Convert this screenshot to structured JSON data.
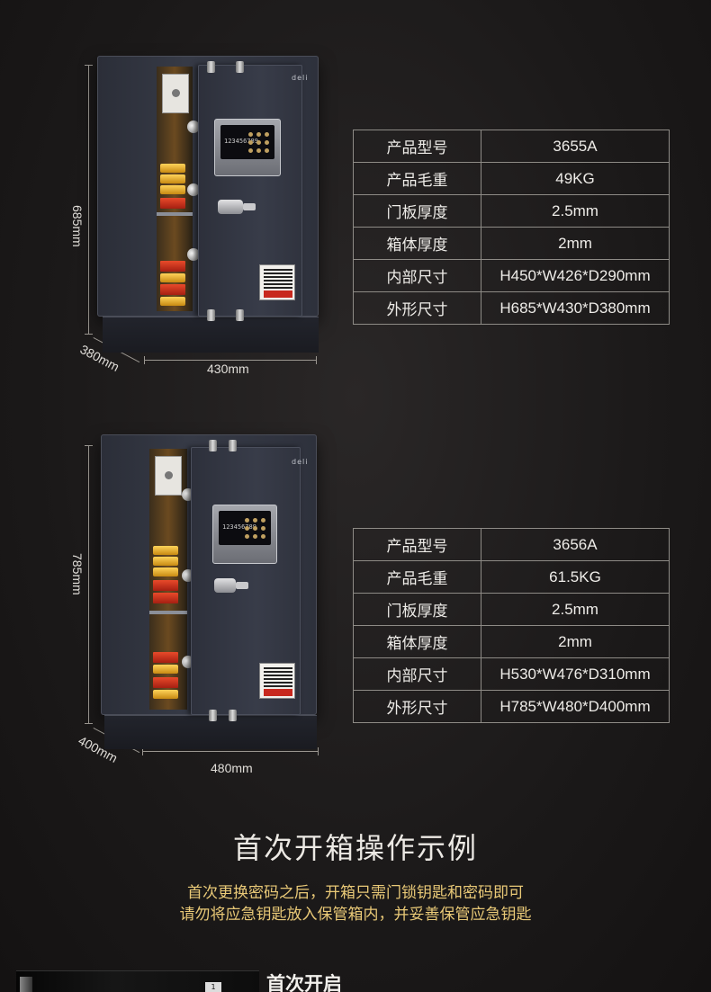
{
  "products": [
    {
      "dims": {
        "height": "685mm",
        "width": "430mm",
        "depth": "380mm"
      },
      "safe": {
        "brand_logo": "deli",
        "keypad_digits": "123456789"
      },
      "specs": [
        {
          "key": "产品型号",
          "value": "3655A"
        },
        {
          "key": "产品毛重",
          "value": "49KG"
        },
        {
          "key": "门板厚度",
          "value": "2.5mm"
        },
        {
          "key": "箱体厚度",
          "value": "2mm"
        },
        {
          "key": "内部尺寸",
          "value": "H450*W426*D290mm"
        },
        {
          "key": "外形尺寸",
          "value": "H685*W430*D380mm"
        }
      ]
    },
    {
      "dims": {
        "height": "785mm",
        "width": "480mm",
        "depth": "400mm"
      },
      "safe": {
        "brand_logo": "deli",
        "keypad_digits": "123456789"
      },
      "specs": [
        {
          "key": "产品型号",
          "value": "3656A"
        },
        {
          "key": "产品毛重",
          "value": "61.5KG"
        },
        {
          "key": "门板厚度",
          "value": "2.5mm"
        },
        {
          "key": "箱体厚度",
          "value": "2mm"
        },
        {
          "key": "内部尺寸",
          "value": "H530*W476*D310mm"
        },
        {
          "key": "外形尺寸",
          "value": "H785*W480*D400mm"
        }
      ]
    }
  ],
  "section": {
    "title": "首次开箱操作示例",
    "desc_line_1": "首次更换密码之后，开箱只需门锁钥匙和密码即可",
    "desc_line_2": "请勿将应急钥匙放入保管箱内，并妥善保管应急钥匙"
  },
  "bottom": {
    "heading": "首次开启",
    "keycap": "1"
  }
}
